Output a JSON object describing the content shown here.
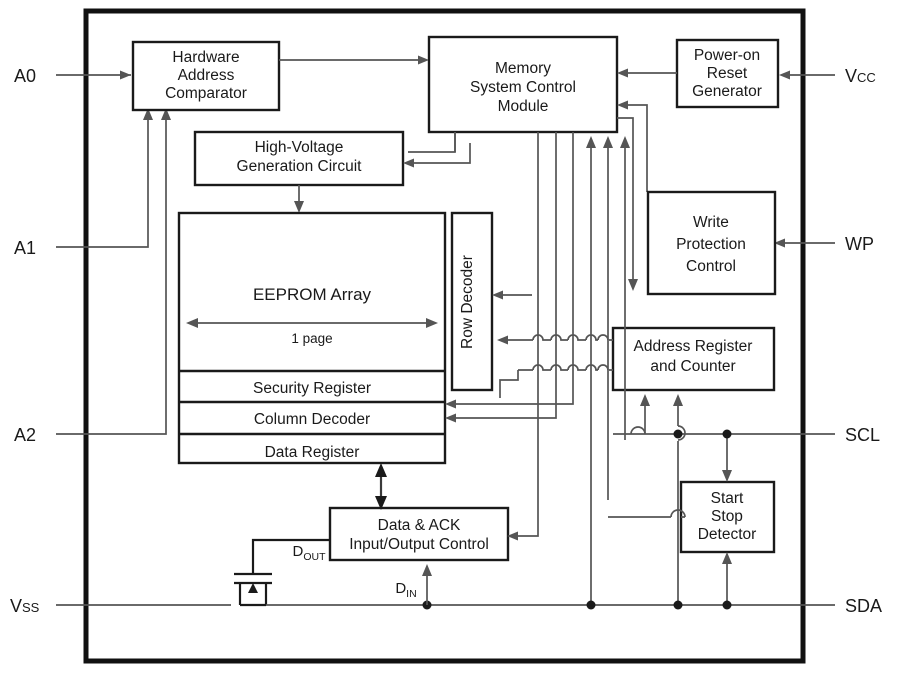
{
  "diagram": {
    "title": "EEPROM Block Diagram",
    "type": "block-diagram",
    "colors": {
      "frame": "#111111",
      "block_stroke": "#1a1a1a",
      "wire": "#555555",
      "background": "#ffffff"
    },
    "blocks": [
      {
        "id": "hardware-address-comparator",
        "lines": [
          "Hardware",
          "Address",
          "Comparator"
        ]
      },
      {
        "id": "high-voltage-generation-circuit",
        "lines": [
          "High-Voltage",
          "Generation Circuit"
        ]
      },
      {
        "id": "memory-system-control-module",
        "lines": [
          "Memory",
          "System Control",
          "Module"
        ]
      },
      {
        "id": "power-on-reset-generator",
        "lines": [
          "Power-on",
          "Reset",
          "Generator"
        ]
      },
      {
        "id": "write-protection-control",
        "lines": [
          "Write",
          "Protection",
          "Control"
        ]
      },
      {
        "id": "eeprom-array",
        "lines": [
          "EEPROM Array"
        ]
      },
      {
        "id": "row-decoder",
        "lines": [
          "Row Decoder"
        ]
      },
      {
        "id": "security-register",
        "lines": [
          "Security Register"
        ]
      },
      {
        "id": "column-decoder",
        "lines": [
          "Column Decoder"
        ]
      },
      {
        "id": "data-register",
        "lines": [
          "Data Register"
        ]
      },
      {
        "id": "address-register-and-counter",
        "lines": [
          "Address Register",
          "and Counter"
        ]
      },
      {
        "id": "data-ack-input-output-control",
        "lines": [
          "Data & ACK",
          "Input/Output Control"
        ]
      },
      {
        "id": "start-stop-detector",
        "lines": [
          "Start",
          "Stop",
          "Detector"
        ]
      }
    ],
    "block_labels": {
      "hw_addr_comp_l1": "Hardware",
      "hw_addr_comp_l2": "Address",
      "hw_addr_comp_l3": "Comparator",
      "hv_gen_l1": "High-Voltage",
      "hv_gen_l2": "Generation Circuit",
      "mem_ctrl_l1": "Memory",
      "mem_ctrl_l2": "System Control",
      "mem_ctrl_l3": "Module",
      "por_l1": "Power-on",
      "por_l2": "Reset",
      "por_l3": "Generator",
      "wp_l1": "Write",
      "wp_l2": "Protection",
      "wp_l3": "Control",
      "eeprom": "EEPROM Array",
      "one_page": "1 page",
      "row_decoder": "Row Decoder",
      "security_register": "Security Register",
      "column_decoder": "Column Decoder",
      "data_register": "Data Register",
      "addr_reg_l1": "Address Register",
      "addr_reg_l2": "and Counter",
      "data_ack_l1": "Data & ACK",
      "data_ack_l2": "Input/Output Control",
      "ssd_l1": "Start",
      "ssd_l2": "Stop",
      "ssd_l3": "Detector"
    },
    "pins": {
      "a0": "A0",
      "a1": "A1",
      "a2": "A2",
      "vss_main": "V",
      "vss_sub": "SS",
      "vcc_main": "V",
      "vcc_sub": "CC",
      "wp": "WP",
      "scl": "SCL",
      "sda": "SDA"
    },
    "signals": {
      "dout_main": "D",
      "dout_sub": "OUT",
      "din_main": "D",
      "din_sub": "IN"
    }
  }
}
